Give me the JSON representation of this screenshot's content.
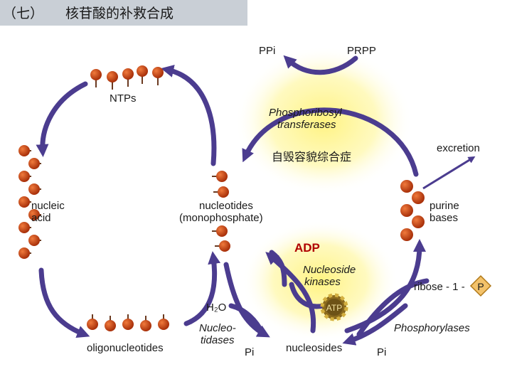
{
  "title": {
    "number": "（七）",
    "text": "核苷酸的补救合成"
  },
  "overlay_text": "自毁容貌综合症",
  "labels": {
    "ppi_top": "PPi",
    "prpp": "PRPP",
    "ntps": "NTPs",
    "nucleic_acid_1": "nucleic",
    "nucleic_acid_2": "acid",
    "nucleotides_1": "nucleotides",
    "nucleotides_2": "(monophosphate)",
    "excretion": "excretion",
    "purine_1": "purine",
    "purine_2": "bases",
    "adp": "ADP",
    "ribose": "ribose - 1 -",
    "p_badge": "P",
    "h2o": "H₂O",
    "atp": "ATP",
    "oligonucleotides": "oligonucleotides",
    "nucleosides": "nucleosides",
    "pi_left": "Pi",
    "pi_right": "Pi"
  },
  "enzymes": {
    "prt_1": "Phosphoribosyl",
    "prt_2": "transferases",
    "nk_1": "Nucleoside",
    "nk_2": "kinases",
    "nt_1": "Nucleo-",
    "nt_2": "tidases",
    "phos": "Phosphorylases"
  },
  "colors": {
    "arrow": "#4b3c8f",
    "arrow_light": "#7a6cc4",
    "bead": "#c8420e",
    "glow": "#fff06a",
    "title_bar": "#c9cfd6",
    "adp": "#b00000",
    "atp_gear": "#8a6a1e"
  }
}
